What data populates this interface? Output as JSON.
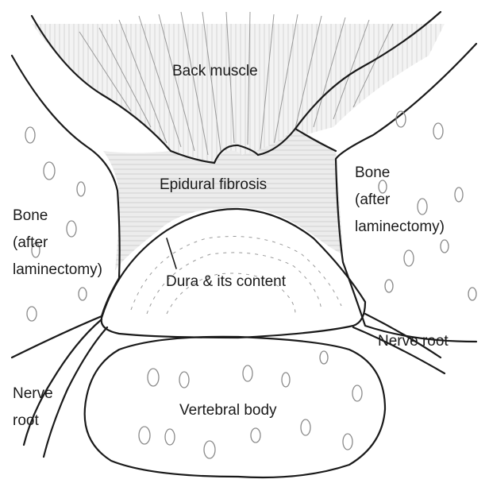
{
  "diagram": {
    "labels": {
      "back_muscle": "Back muscle",
      "epidural_fibrosis": "Epidural fibrosis",
      "dura": "Dura & its content",
      "vertebral_body": "Vertebral body",
      "nerve_root_right": "Nerve root",
      "nerve_root_left_line1": "Nerve",
      "nerve_root_left_line2": "root",
      "bone_left": [
        "Bone",
        "(after",
        "laminectomy)"
      ],
      "bone_right": [
        "Bone",
        "(after",
        "laminectomy)"
      ]
    },
    "colors": {
      "ink": "#1a1a1a",
      "fibrosis_shading": "#e4e4e4",
      "background": "#ffffff"
    }
  }
}
